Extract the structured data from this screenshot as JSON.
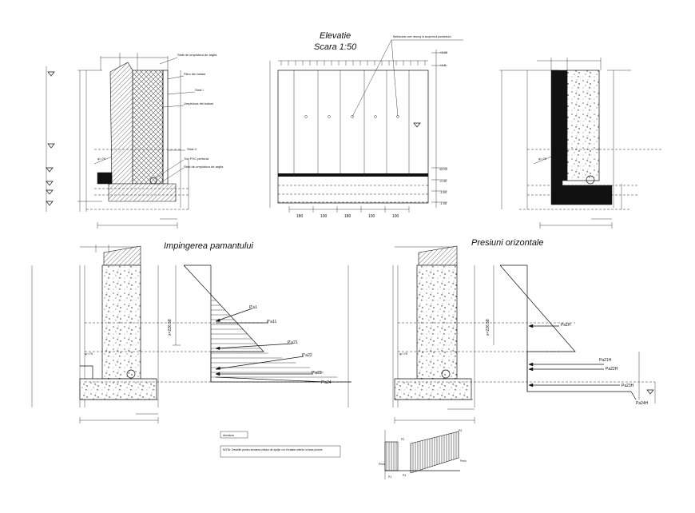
{
  "drawing": {
    "elevation_title": "Elevatie",
    "elevation_scale": "Scara 1:50",
    "thrust_title": "Impingerea pamantului",
    "pressure_title": "Presiuni orizontale"
  },
  "elevation": {
    "bottom_dims": [
      "180",
      "100",
      "180",
      "100",
      "100"
    ],
    "right_levels": [
      "+3.00",
      "+4.5",
      "±0.00",
      "-0.40",
      "-1.60",
      "-1.95"
    ],
    "note": "Barbacane care decurg la acoperisul pamantului"
  },
  "section_notes": [
    "Strat de umplutura de argila",
    "Filtru din balast",
    "Strat I",
    "Umplutura din balast",
    "Strat II",
    "Tub PVC perforat",
    "Strat de umplutura de argila"
  ],
  "angle_label": "φ'=70",
  "thrust": {
    "dim_label": "x=226.58",
    "forces": [
      "P'a1",
      "P'a11",
      "P'a21",
      "P'a22",
      "P'a23",
      "P'a24"
    ]
  },
  "pressure": {
    "dim_label": "x=226.58",
    "forces": [
      "Pa1H",
      "Pa21H",
      "Pa22H",
      "Pa23H",
      "Pa24H"
    ],
    "diagram_labels": [
      "P2",
      "P3",
      "Pmin",
      "P1",
      "P4",
      "Pmin"
    ]
  },
  "legend": {
    "key_label": "Armatura",
    "note": "NOTA: Detaliile pentru armarea zidului de sprijin vor fi tratate ulterior la faza proiect"
  }
}
